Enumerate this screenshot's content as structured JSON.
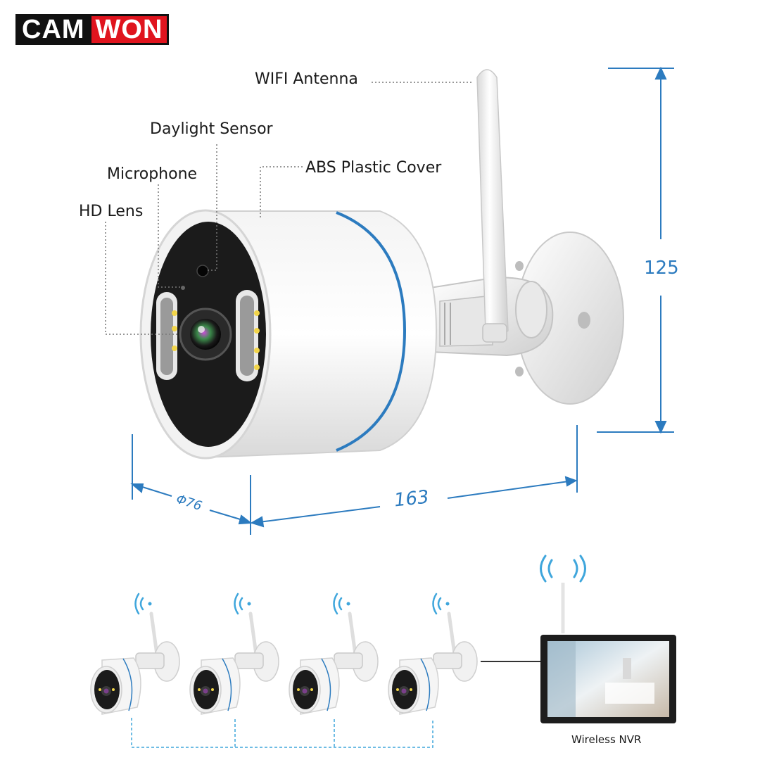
{
  "brand": {
    "part1": "CAM",
    "part2": "WON",
    "accent": "#e0141e"
  },
  "callouts": {
    "wifi_antenna": "WIFI Antenna",
    "daylight_sensor": "Daylight Sensor",
    "abs_cover": "ABS Plastic Cover",
    "microphone": "Microphone",
    "hd_lens": "HD Lens"
  },
  "dimensions": {
    "height": "125",
    "length": "163",
    "diameter": "Φ76",
    "color": "#2c7bbf"
  },
  "network": {
    "camera_count": 4,
    "nvr_label": "Wireless NVR",
    "link_color": "#3fa6dc"
  }
}
